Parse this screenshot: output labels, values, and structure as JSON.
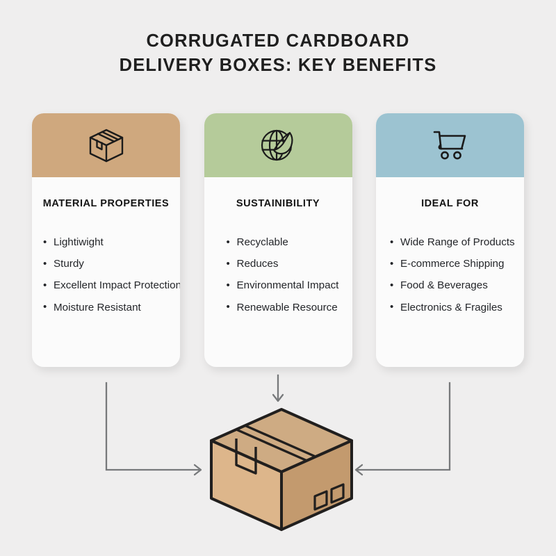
{
  "page": {
    "background_color": "#efeeee",
    "text_color": "#1d1d1d"
  },
  "title": {
    "line1": "CORRUGATED CARDBOARD",
    "line2": "DELIVERY BOXES: KEY BENEFITS"
  },
  "cards": [
    {
      "id": "material-properties",
      "icon": "cardboard-box-icon",
      "band_color": "#cfa87e",
      "heading": "MATERIAL PROPERTIES",
      "items": [
        "Lightiwight",
        "Sturdy",
        "Excellent Impact Protection",
        "Moisture Resistant"
      ]
    },
    {
      "id": "sustainability",
      "icon": "globe-leaf-icon",
      "band_color": "#b5cb9a",
      "heading": "SUSTAINIBILITY",
      "items": [
        "Recyclable",
        "Reduces",
        "Environmental Impact",
        "Renewable Resource"
      ]
    },
    {
      "id": "ideal-for",
      "icon": "shopping-cart-icon",
      "band_color": "#9cc3d1",
      "heading": "IDEAL FOR",
      "items": [
        "Wide Range of Products",
        "E-commerce Shipping",
        "Food & Beverages",
        "Electronics & Fragiles"
      ]
    }
  ],
  "connectors": {
    "stroke_color": "#77797b",
    "left_arrow": "arrow-left-card-to-box",
    "center_arrow": "arrow-center-card-to-box",
    "right_arrow": "arrow-right-card-to-box"
  },
  "illustration": {
    "name": "corrugated-delivery-box",
    "top_face_color": "#ceab83",
    "left_face_color": "#ddb68b",
    "right_face_color": "#c39a6e",
    "outline_color": "#211f1e"
  }
}
